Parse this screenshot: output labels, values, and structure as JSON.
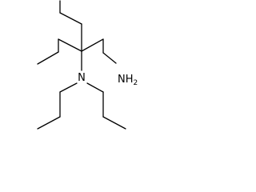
{
  "molecule": {
    "atoms": {
      "amine_primary": {
        "element": "N",
        "hydrogens": "2"
      },
      "amine_tertiary": {
        "element": "N"
      }
    },
    "colors": {
      "bond": "#000000",
      "label": "#000000",
      "background": "#ffffff"
    }
  }
}
